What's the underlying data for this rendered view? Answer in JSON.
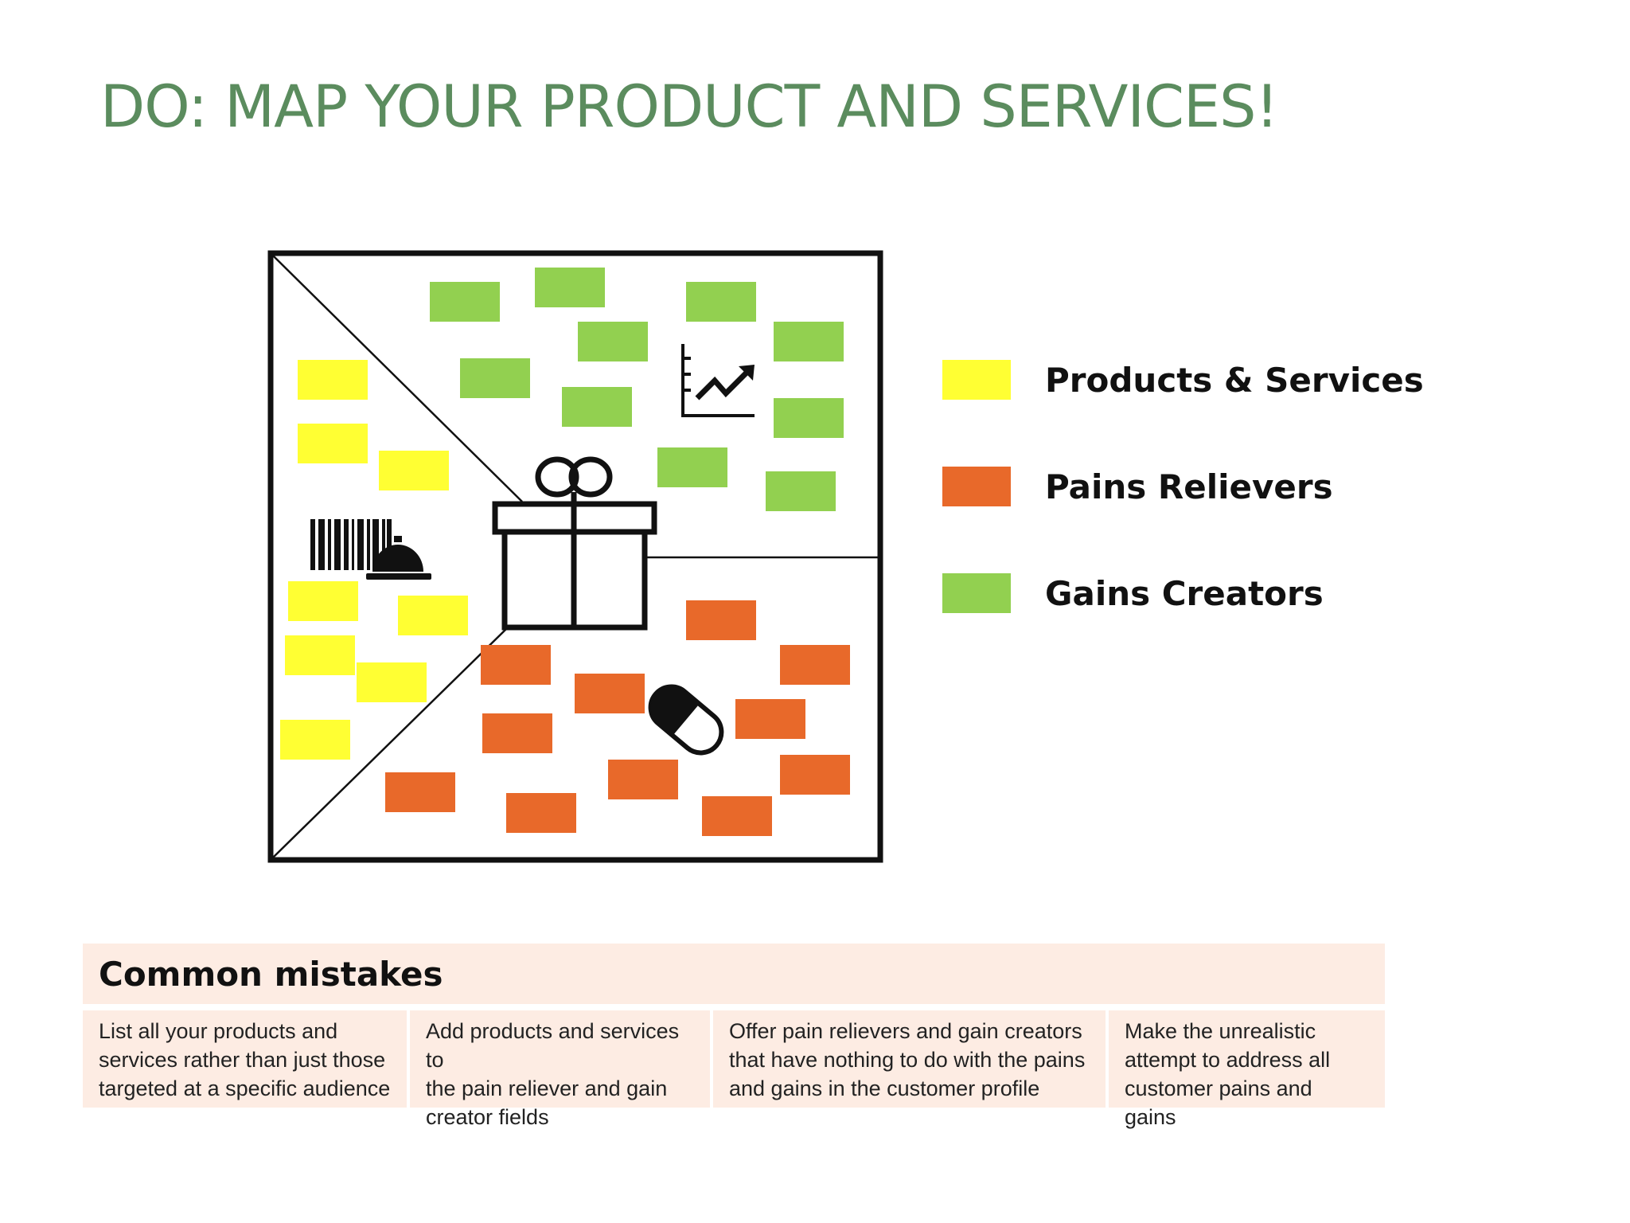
{
  "title": "DO: MAP YOUR PRODUCT AND SERVICES!",
  "colors": {
    "title": "#5b8c5e",
    "products": "#ffff33",
    "pains": "#e8692a",
    "gains": "#92d050",
    "mistakes_bg": "#fdece3",
    "outline": "#111111"
  },
  "legend": [
    {
      "label": "Products & Services",
      "color": "#ffff33"
    },
    {
      "label": "Pains Relievers",
      "color": "#e8692a"
    },
    {
      "label": "Gains Creators",
      "color": "#92d050"
    }
  ],
  "icons": [
    "gift-icon",
    "growth-chart-icon",
    "barcode-icon",
    "service-bell-icon",
    "pill-icon"
  ],
  "common_mistakes": {
    "heading": "Common mistakes",
    "items": [
      [
        "List all your products and",
        "services rather than just those",
        "targeted at a specific audience"
      ],
      [
        "Add products and services to",
        "the pain reliever and gain",
        "creator fields"
      ],
      [
        "Offer pain relievers and gain creators",
        "that have nothing to do with the pains",
        "and gains in the customer profile"
      ],
      [
        "Make the unrealistic",
        "attempt to address all",
        "customer pains and gains"
      ]
    ]
  }
}
